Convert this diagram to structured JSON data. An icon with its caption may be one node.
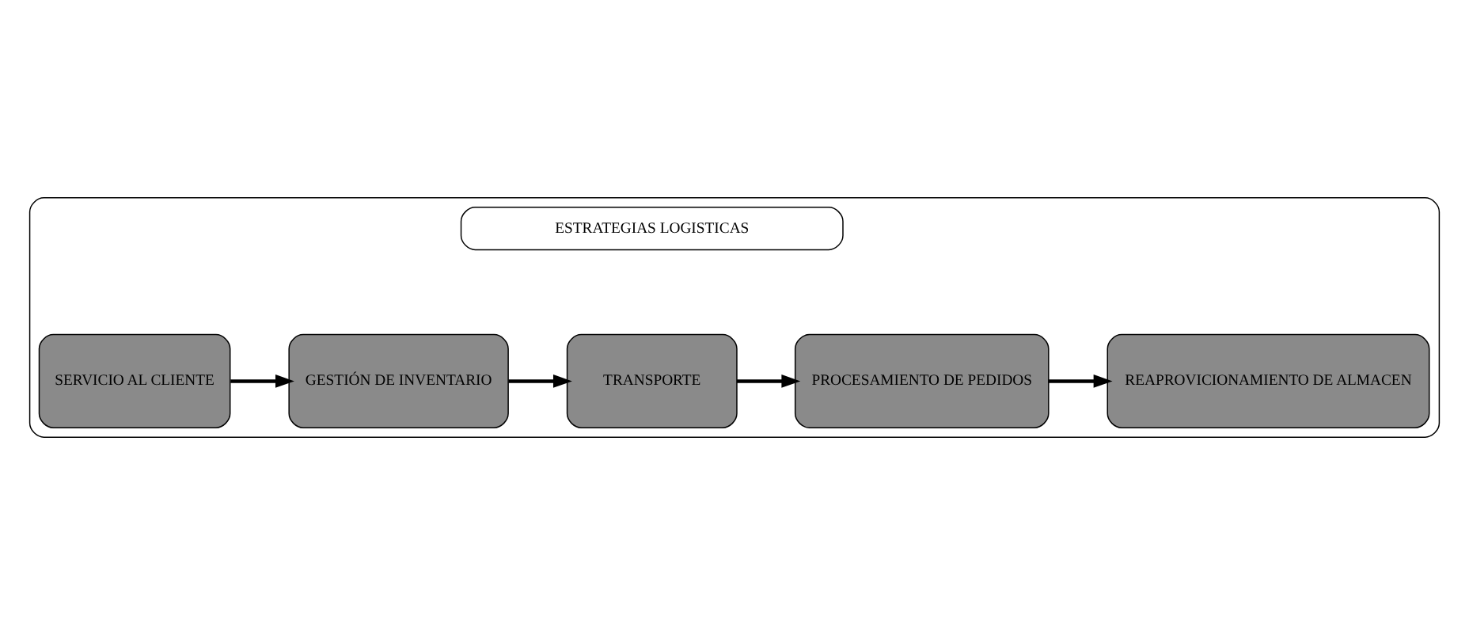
{
  "diagram": {
    "nodes": [
      {
        "text": [],
        "shape": "box"
      },
      {
        "text": [
          "ESTRATEGIAS LOGISTICAS"
        ],
        "in": 0
      },
      {
        "text": [
          "SERVICIO AL CLIENTE"
        ],
        "in": 0
      },
      {
        "text": [
          "GESTIÓN DE INVENTARIO"
        ],
        "in": 0
      },
      {
        "text": [
          "TRANSPORTE"
        ],
        "in": 0
      },
      {
        "text": [
          "PROCESAMIENTO DE PEDIDOS"
        ],
        "in": 0
      },
      {
        "text": [
          "REAPROVICIONAMIENTO DE ALMACEN"
        ],
        "in": 0
      }
    ],
    "edges": [
      {
        "from": 2,
        "to": 3,
        "arrow": "to"
      },
      {
        "from": 3,
        "to": 4,
        "arrow": "to"
      },
      {
        "from": 4,
        "to": 5,
        "arrow": "to"
      },
      {
        "from": 5,
        "to": 6,
        "arrow": "to"
      }
    ]
  }
}
